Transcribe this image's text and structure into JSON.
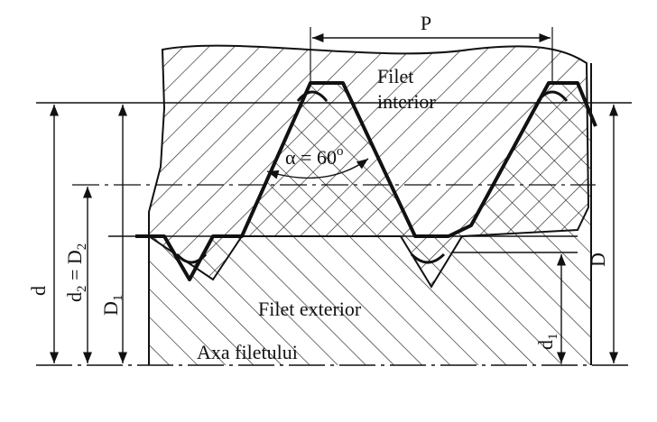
{
  "labels": {
    "pitch": "P",
    "internal_thread": [
      "Filet",
      "interior"
    ],
    "external_thread": "Filet exterior",
    "thread_axis": "Axa filetului",
    "angle": {
      "symbol": "α",
      "eq": " = 60",
      "degree": "o"
    },
    "dim_d": "d",
    "dim_d2_D2": {
      "d": "d",
      "sub1": "2",
      "eq": " = D",
      "sub2": "2"
    },
    "dim_D1": {
      "main": "D",
      "sub": "1"
    },
    "dim_d1": {
      "main": "d",
      "sub": "1"
    },
    "dim_D": "D"
  },
  "colors": {
    "ink": "#111111",
    "paper": "#ffffff"
  }
}
